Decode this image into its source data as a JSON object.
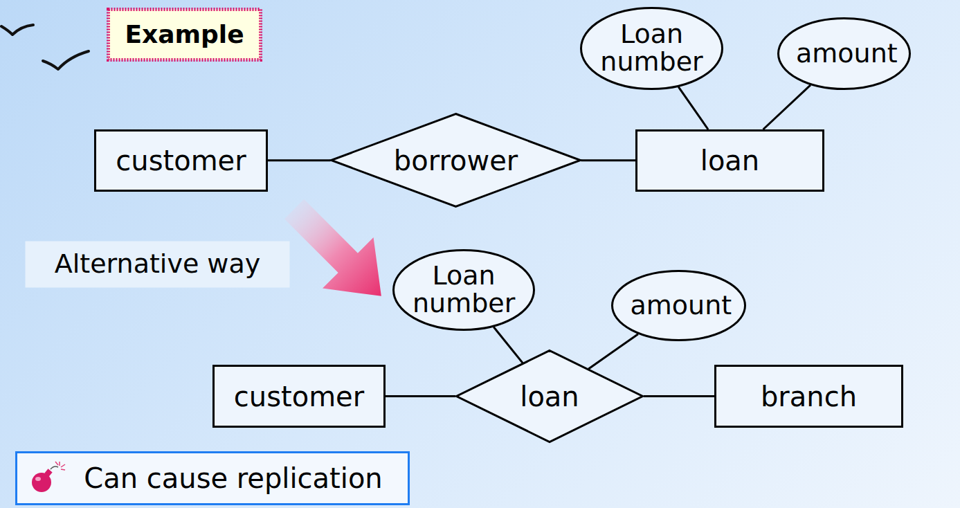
{
  "diagram": {
    "nodes": [
      {
        "text": [
          "Example"
        ]
      },
      {
        "text": [
          "Loan number"
        ]
      },
      {
        "text": [
          "amount"
        ]
      },
      {
        "text": [
          "customer"
        ]
      },
      {
        "text": [
          "borrower"
        ]
      },
      {
        "text": [
          "loan"
        ]
      },
      {
        "text": [
          "Alternative way"
        ]
      },
      {
        "text": [
          "Loan number"
        ]
      },
      {
        "text": [
          "amount"
        ]
      },
      {
        "text": [
          "customer"
        ]
      },
      {
        "text": [
          "loan"
        ]
      },
      {
        "text": [
          "branch"
        ]
      },
      {
        "text": [
          "Can cause replication"
        ]
      }
    ],
    "edges": [
      {
        "from": 3,
        "to": 4,
        "arrow": "none"
      },
      {
        "from": 4,
        "to": 5,
        "arrow": "none"
      },
      {
        "from": 1,
        "to": 5,
        "arrow": "none"
      },
      {
        "from": 2,
        "to": 5,
        "arrow": "none"
      },
      {
        "from": 9,
        "to": 10,
        "arrow": "none"
      },
      {
        "from": 10,
        "to": 11,
        "arrow": "none"
      },
      {
        "from": 7,
        "to": 10,
        "arrow": "none"
      },
      {
        "from": 8,
        "to": 10,
        "arrow": "none"
      }
    ]
  }
}
